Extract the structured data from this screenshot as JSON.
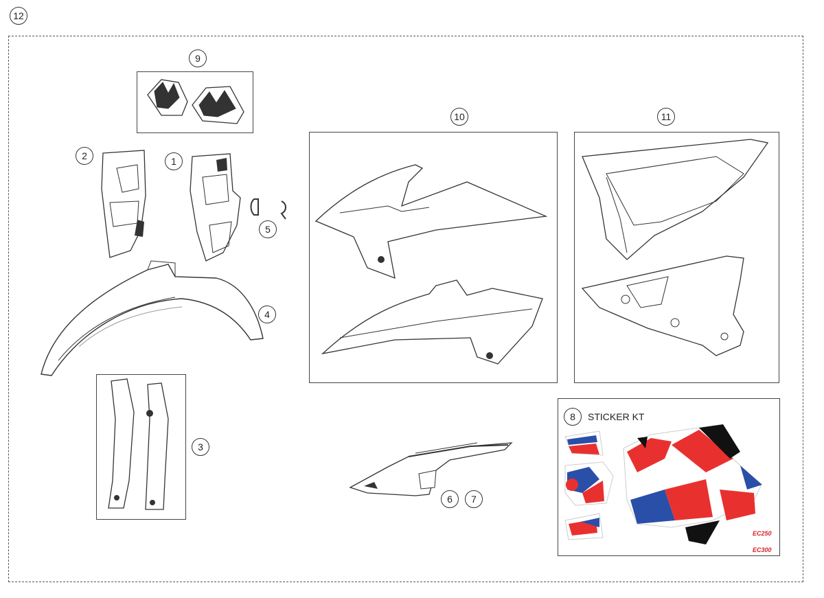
{
  "page": {
    "callout": "12"
  },
  "parts": {
    "p1": "1",
    "p2": "2",
    "p3": "3",
    "p4": "4",
    "p5": "5",
    "p6": "6",
    "p7": "7",
    "p8": "8",
    "p9": "9",
    "p10": "10",
    "p11": "11"
  },
  "sticker_kit": {
    "title": "STICKER KT",
    "models": [
      "EC250",
      "EC300"
    ]
  },
  "colors": {
    "line": "#333333",
    "red": "#e8312f",
    "blue": "#2a4fa8",
    "black": "#111111"
  }
}
